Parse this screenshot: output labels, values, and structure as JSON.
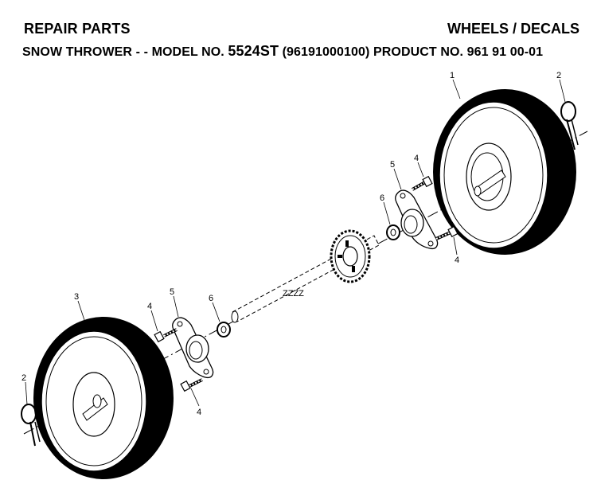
{
  "header": {
    "left_title": "REPAIR PARTS",
    "right_title": "WHEELS / DECALS"
  },
  "subheader": {
    "prefix": "SNOW THROWER - - MODEL NO.",
    "model": "5524ST",
    "suffix": "(96191000100) PRODUCT NO. 961 91 00-01"
  },
  "callouts": {
    "tire_right": "1",
    "pin_right": "2",
    "tire_left": "3",
    "bolt_right_top": "4",
    "bolt_right_bottom": "4",
    "bolt_left_top": "4",
    "bolt_left_bottom": "4",
    "bearing_right": "5",
    "bearing_left": "5",
    "washer_right": "6",
    "washer_left": "6",
    "pin_left": "2"
  }
}
